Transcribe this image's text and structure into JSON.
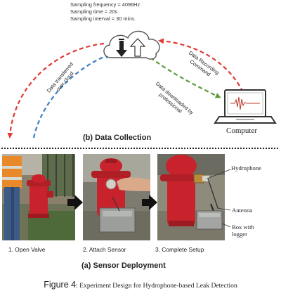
{
  "sampling": {
    "frequency": "Sampling frequency = 4096Hz",
    "time": "Sampling time = 20s",
    "interval": "Sampling interval = 30 mins."
  },
  "arrows": {
    "left_red": [
      "Data transferred",
      "over cloud"
    ],
    "right_red": [
      "Data Recording",
      "Command"
    ],
    "green": [
      "Data downloaded by",
      "professional"
    ]
  },
  "computer_label": "Computer",
  "section_b": "(b) Data Collection",
  "section_a": "(a) Sensor Deployment",
  "labels": {
    "hydrophone": "Hydrophone",
    "antenna": "Antenna",
    "box": [
      "Box with",
      "logger"
    ]
  },
  "steps": [
    "1. Open Valve",
    "2. Attach Sensor",
    "3. Complete Setup"
  ],
  "caption": {
    "figure": "Figure 4",
    "text": ": Experiment Design for Hydrophone-based Leak Detection"
  },
  "colors": {
    "red_arrow": "#e03a35",
    "blue_arrow": "#3a7fc6",
    "green_arrow": "#5a9a3a",
    "hydrant_red": "#c8232c"
  }
}
